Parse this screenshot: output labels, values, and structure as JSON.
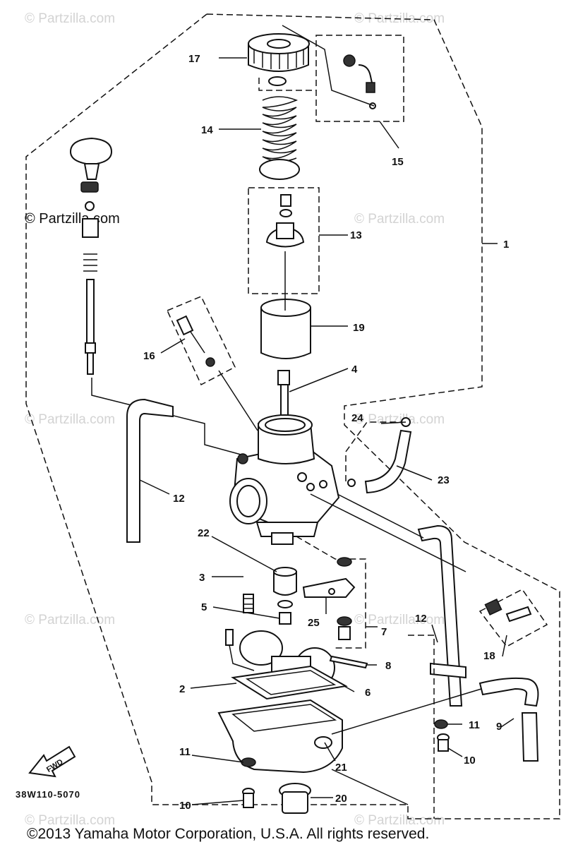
{
  "watermarks": {
    "repeat": "© Partzilla.com",
    "prominent": "© Partzilla.com"
  },
  "callouts": {
    "c1": "1",
    "c2": "2",
    "c3": "3",
    "c4": "4",
    "c5": "5",
    "c6": "6",
    "c7": "7",
    "c8": "8",
    "c9": "9",
    "c10a": "10",
    "c10b": "10",
    "c11a": "11",
    "c11b": "11",
    "c12a": "12",
    "c12b": "12",
    "c13": "13",
    "c14": "14",
    "c15": "15",
    "c16": "16",
    "c17": "17",
    "c18": "18",
    "c19": "19",
    "c20": "20",
    "c21": "21",
    "c22": "22",
    "c23": "23",
    "c24": "24",
    "c25": "25"
  },
  "fwd_label": "FWD",
  "diagram_code": "38W110-5070",
  "copyright": "©2013 Yamaha Motor Corporation, U.S.A. All rights reserved."
}
